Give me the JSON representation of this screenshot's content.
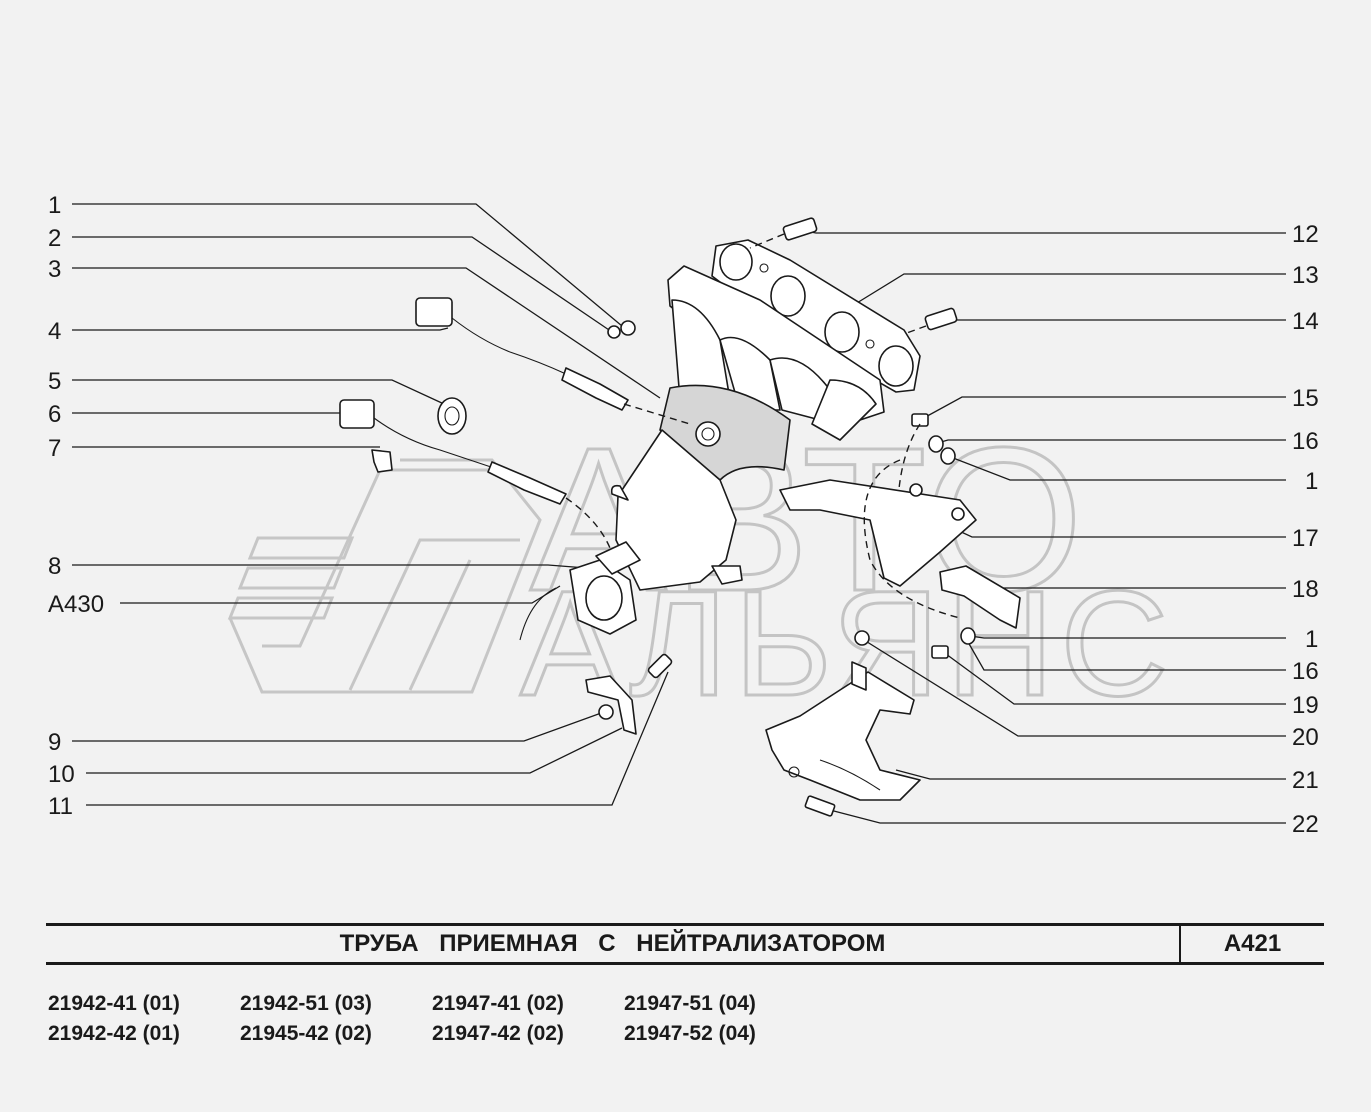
{
  "watermark": {
    "line1": "АВТО",
    "line2": "АЛЬЯНС"
  },
  "callouts_left": [
    "1",
    "2",
    "3",
    "4",
    "5",
    "6",
    "7",
    "8",
    "A430",
    "9",
    "10",
    "11"
  ],
  "callouts_right": [
    "12",
    "13",
    "14",
    "15",
    "16",
    "1",
    "17",
    "18",
    "1",
    "16",
    "19",
    "20",
    "21",
    "22"
  ],
  "title": "ТРУБА ПРИЕМНАЯ С НЕЙТРАЛИЗАТОРОМ",
  "code": "A421",
  "models": [
    [
      "21942-41 (01)",
      "21942-51 (03)",
      "21947-41 (02)",
      "21947-51 (04)"
    ],
    [
      "21942-42 (01)",
      "21945-42 (02)",
      "21947-42 (02)",
      "21947-52 (04)"
    ]
  ]
}
